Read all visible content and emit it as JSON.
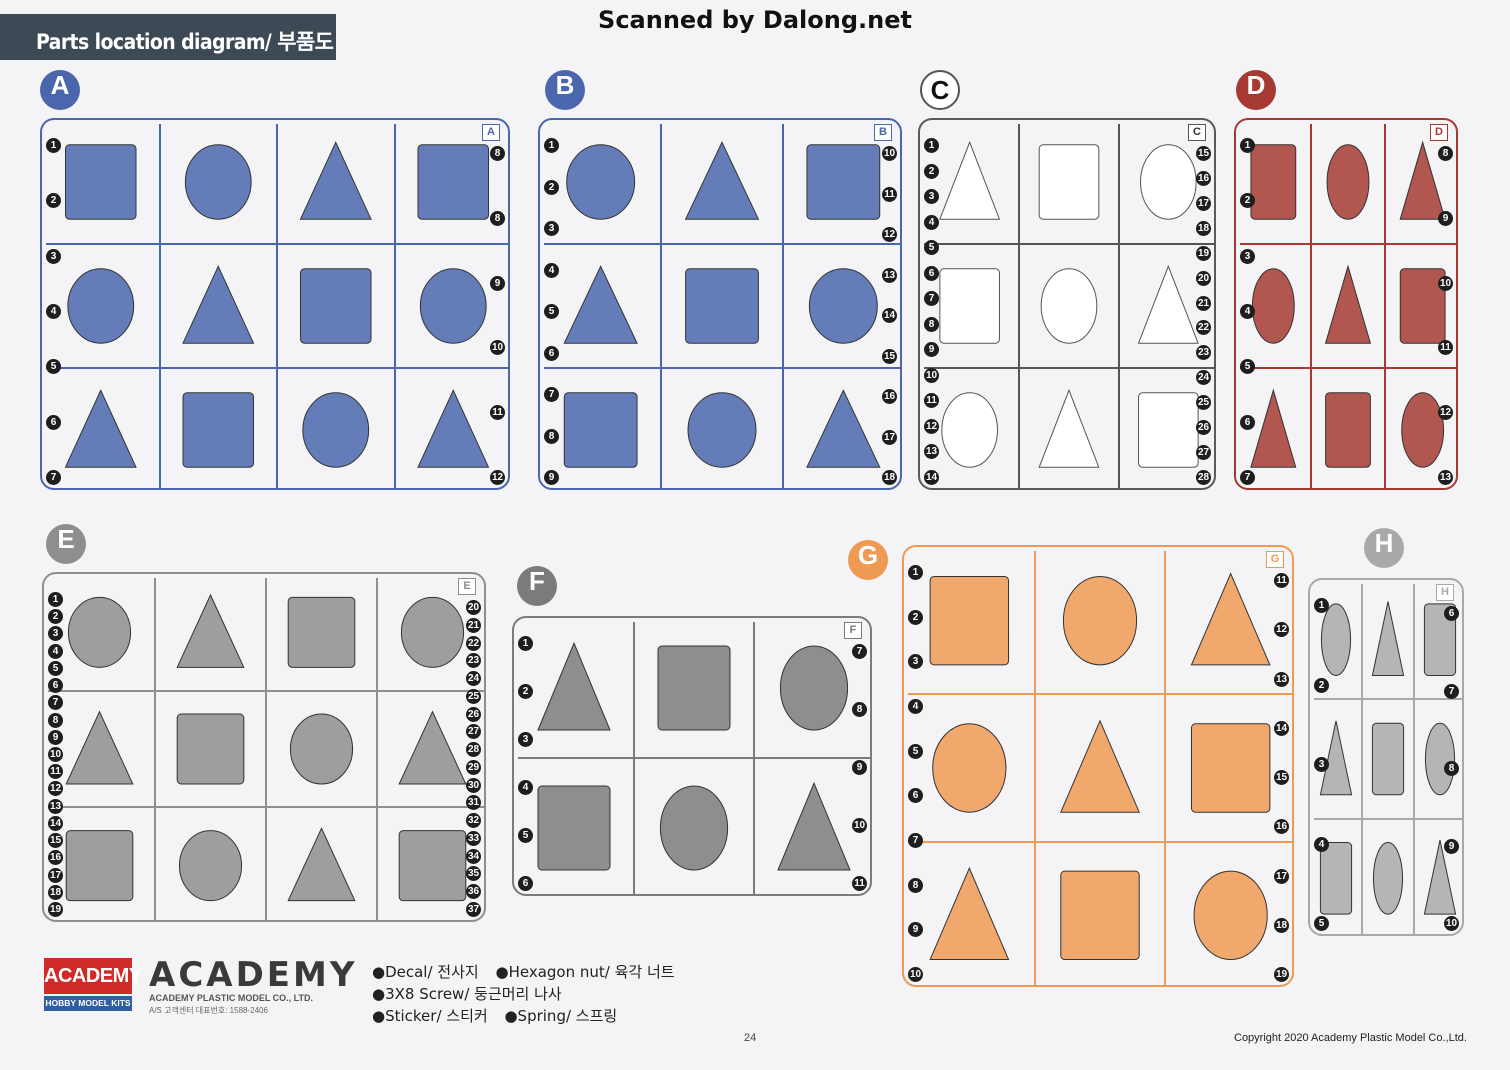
{
  "scan_credit": "Scanned by Dalong.net",
  "header": {
    "title": "Parts location diagram/ 부품도"
  },
  "sprues": [
    {
      "letter": "A",
      "tag": "A",
      "color": "#4a66ad",
      "numbers": [
        "1",
        "2",
        "3",
        "4",
        "5",
        "6",
        "7",
        "8",
        "8",
        "9",
        "10",
        "11",
        "12"
      ]
    },
    {
      "letter": "B",
      "tag": "B",
      "color": "#4a66ad",
      "numbers": [
        "1",
        "2",
        "3",
        "4",
        "5",
        "6",
        "7",
        "8",
        "9",
        "10",
        "11",
        "12",
        "13",
        "14",
        "15",
        "16",
        "17",
        "18"
      ]
    },
    {
      "letter": "C",
      "tag": "C",
      "color": "#5a5a5a",
      "numbers": [
        "1",
        "2",
        "3",
        "4",
        "5",
        "6",
        "7",
        "8",
        "9",
        "10",
        "11",
        "12",
        "13",
        "14",
        "15",
        "16",
        "17",
        "18",
        "19",
        "20",
        "21",
        "22",
        "23",
        "24",
        "25",
        "26",
        "27",
        "28"
      ]
    },
    {
      "letter": "D",
      "tag": "D",
      "color": "#a63a33",
      "numbers": [
        "1",
        "2",
        "3",
        "4",
        "5",
        "6",
        "7",
        "8",
        "9",
        "10",
        "11",
        "12",
        "13"
      ]
    },
    {
      "letter": "E",
      "tag": "E",
      "color": "#8e8e8e",
      "numbers": [
        "1",
        "2",
        "3",
        "4",
        "5",
        "6",
        "7",
        "8",
        "9",
        "10",
        "11",
        "12",
        "13",
        "14",
        "15",
        "16",
        "17",
        "18",
        "19",
        "20",
        "21",
        "22",
        "23",
        "24",
        "25",
        "26",
        "27",
        "28",
        "29",
        "30",
        "31",
        "32",
        "33",
        "34",
        "35",
        "36",
        "37"
      ]
    },
    {
      "letter": "F",
      "tag": "F",
      "color": "#7b7b7b",
      "numbers": [
        "1",
        "2",
        "3",
        "4",
        "5",
        "6",
        "7",
        "8",
        "9",
        "10",
        "11"
      ]
    },
    {
      "letter": "G",
      "tag": "G",
      "color": "#ee9a55",
      "numbers": [
        "1",
        "2",
        "3",
        "4",
        "5",
        "6",
        "7",
        "8",
        "9",
        "10",
        "11",
        "12",
        "13",
        "14",
        "15",
        "16",
        "17",
        "18",
        "19"
      ]
    },
    {
      "letter": "H",
      "tag": "H",
      "color": "#a9a9a9",
      "numbers": [
        "1",
        "2",
        "3",
        "4",
        "5",
        "6",
        "7",
        "8",
        "9",
        "10"
      ]
    }
  ],
  "brand": {
    "badge_top": "ACADEMY",
    "badge_bottom": "HOBBY MODEL KITS",
    "wordmark": "ACADEMY",
    "company": "ACADEMY PLASTIC MODEL CO., LTD.",
    "service": "A/S 고객센터 대표번호: 1588-2406"
  },
  "legend": {
    "decal": "●Decal/ 전사지",
    "hexnut": "●Hexagon nut/ 육각 너트",
    "screw": "●3X8 Screw/ 둥근머리 나사",
    "sticker": "●Sticker/ 스티커",
    "spring": "●Spring/ 스프링"
  },
  "footer": {
    "page_number": "24",
    "copyright": "Copyright 2020 Academy Plastic Model Co.,Ltd."
  }
}
